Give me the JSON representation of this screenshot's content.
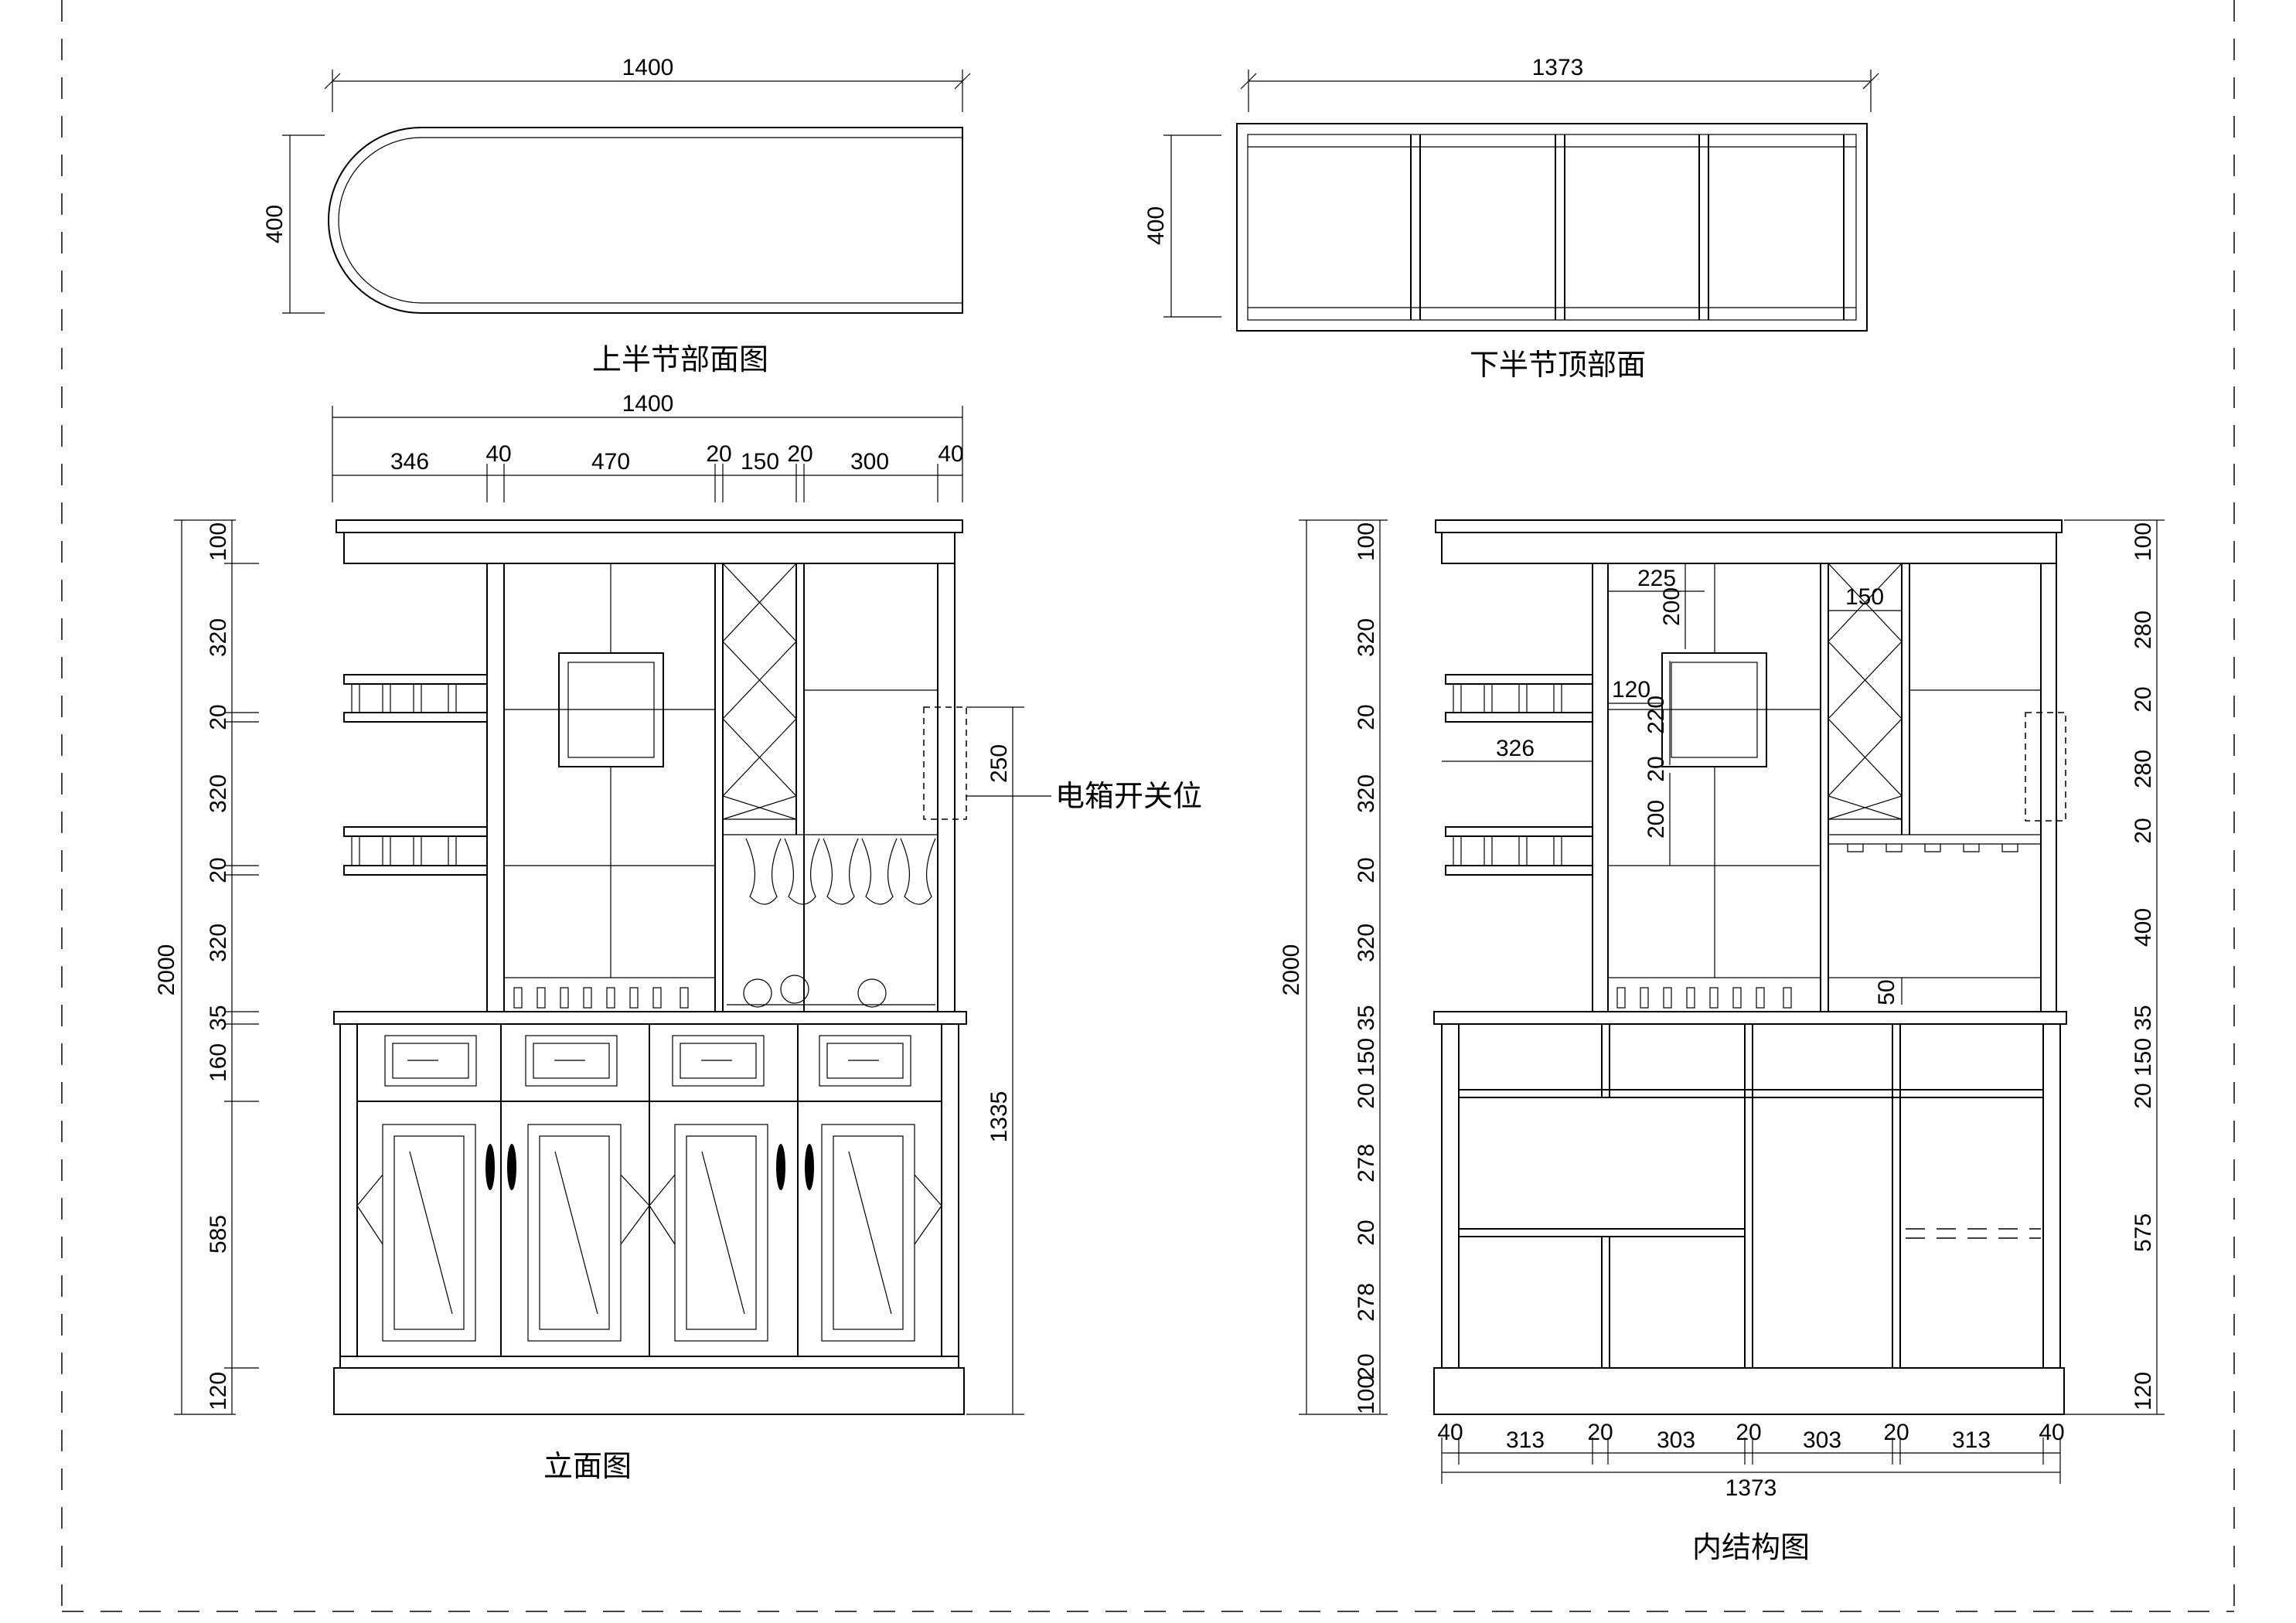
{
  "views": {
    "upper_section": {
      "caption": "上半节部面图",
      "width_dim": "1400",
      "depth_dim": "400"
    },
    "lower_top": {
      "caption": "下半节顶部面",
      "width_dim": "1373",
      "depth_dim": "400"
    },
    "elevation": {
      "caption": "立面图",
      "total_width": "1400",
      "width_segments": [
        "346",
        "40",
        "470",
        "20",
        "150",
        "20",
        "300",
        "40"
      ],
      "total_height": "2000",
      "height_segments": [
        "100",
        "320",
        "20",
        "320",
        "20",
        "320",
        "35",
        "160",
        "585",
        "120"
      ],
      "switch_height": "250",
      "lower_height": "1335",
      "switch_label": "电箱开关位"
    },
    "internal": {
      "caption": "内结构图",
      "total_width": "1373",
      "width_segments": [
        "40",
        "313",
        "20",
        "303",
        "20",
        "303",
        "20",
        "313",
        "40"
      ],
      "total_height": "2000",
      "left_height_segments": [
        "100",
        "320",
        "20",
        "320",
        "20",
        "320",
        "35",
        "150",
        "20",
        "278",
        "20",
        "278",
        "20",
        "100"
      ],
      "right_height_segments": [
        "100",
        "280",
        "20",
        "280",
        "20",
        "400",
        "35",
        "150",
        "20",
        "575",
        "120"
      ],
      "inner_dims": [
        "225",
        "200",
        "150",
        "120",
        "220",
        "20",
        "200",
        "326",
        "50"
      ]
    }
  },
  "colors": {
    "line": "#000000",
    "border_dash": "#444444",
    "background": "#ffffff"
  }
}
